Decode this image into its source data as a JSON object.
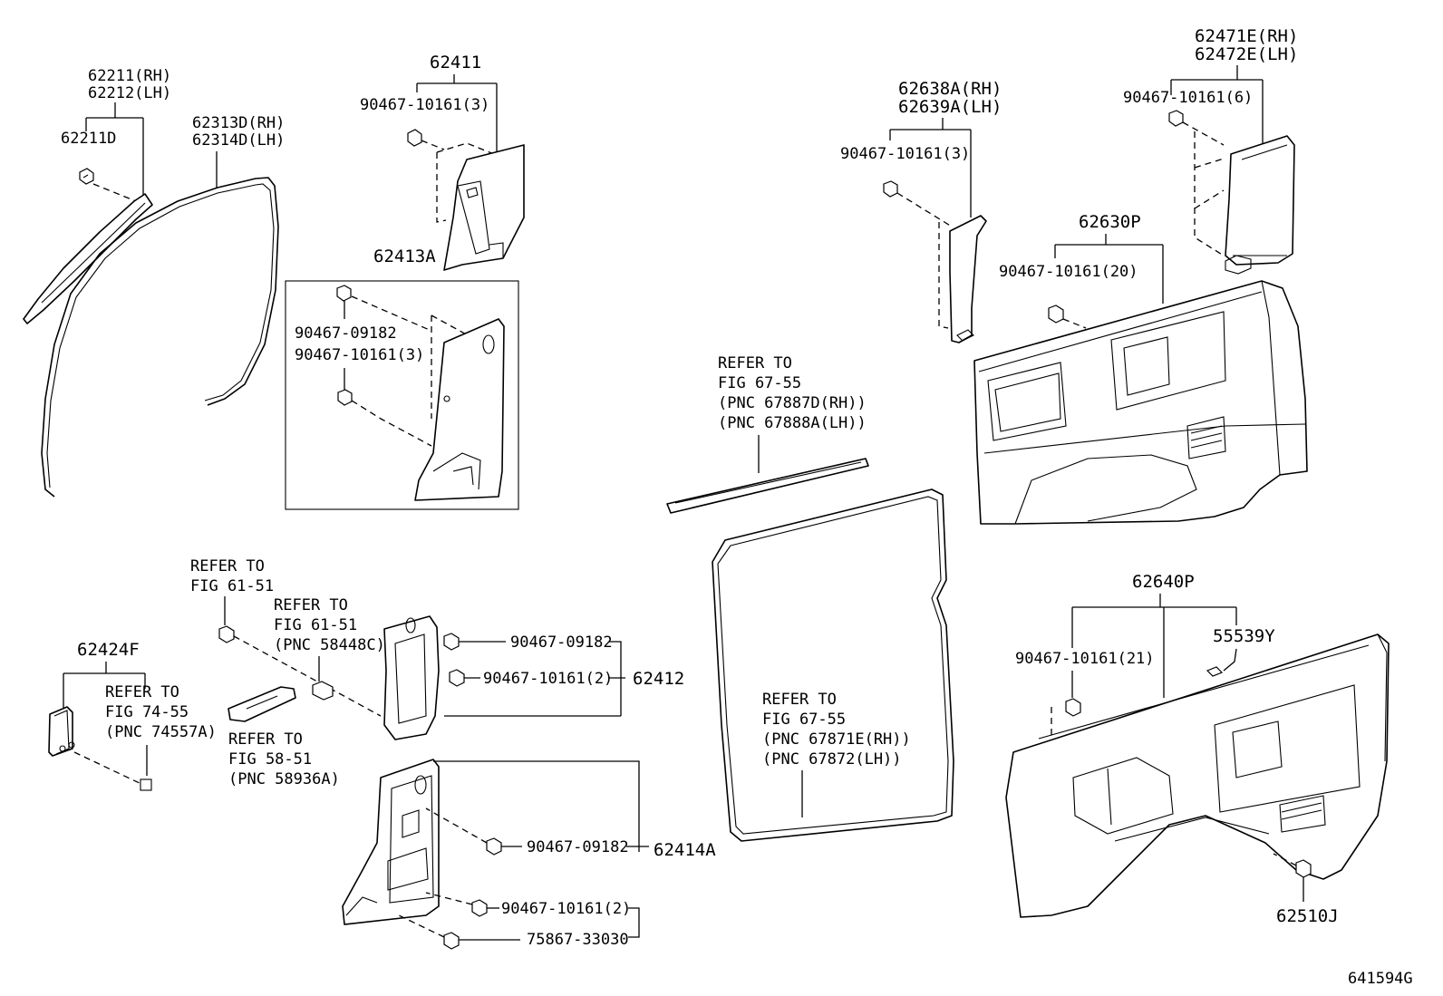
{
  "callouts": {
    "p62211_rh": "62211(RH)",
    "p62212_lh": "62212(LH)",
    "p62211d": "62211D",
    "p62313d_rh": "62313D(RH)",
    "p62314d_lh": "62314D(LH)",
    "p62411": "62411",
    "p62411_clip": "90467-10161(3)",
    "p62413a": "62413A",
    "p62413a_clip1": "90467-09182",
    "p62413a_clip2": "90467-10161(3)",
    "p62638a_rh": "62638A(RH)",
    "p62639a_lh": "62639A(LH)",
    "p62638_clip": "90467-10161(3)",
    "p62471e_rh": "62471E(RH)",
    "p62472e_lh": "62472E(LH)",
    "p62471_clip": "90467-10161(6)",
    "p62630p": "62630P",
    "p62630_clip": "90467-10161(20)",
    "p62640p": "62640P",
    "p62640_clip": "90467-10161(21)",
    "p55539y": "55539Y",
    "p62510j": "62510J",
    "p62412": "62412",
    "p62412_clip1": "90467-09182",
    "p62412_clip2": "90467-10161(2)",
    "p62414a": "62414A",
    "p62414a_clip1": "90467-09182",
    "p62414a_clip2": "90467-10161(2)",
    "p62414a_screw": "75867-33030",
    "p62424f": "62424F"
  },
  "refers": {
    "ref_67_55_top": [
      "REFER TO",
      "FIG 67-55",
      "(PNC 67887D(RH))",
      "(PNC 67888A(LH))"
    ],
    "ref_67_55_mid": [
      "REFER TO",
      "FIG 67-55",
      "(PNC 67871E(RH))",
      "(PNC 67872(LH))"
    ],
    "ref_61_51_a": [
      "REFER TO",
      "FIG 61-51"
    ],
    "ref_61_51_b": [
      "REFER TO",
      "FIG 61-51",
      "(PNC 58448C)"
    ],
    "ref_58_51": [
      "REFER TO",
      "FIG 58-51",
      "(PNC 58936A)"
    ],
    "ref_74_55": [
      "REFER TO",
      "FIG 74-55",
      "(PNC 74557A)"
    ]
  },
  "diagram_id": "641594G"
}
